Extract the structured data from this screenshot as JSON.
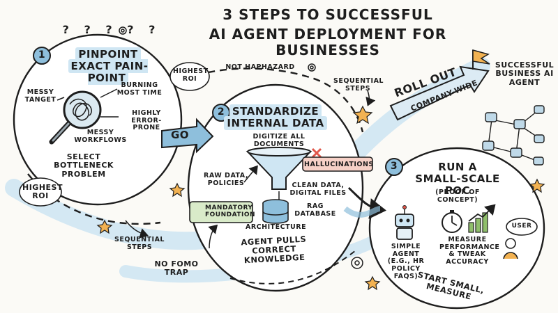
{
  "title": {
    "line1": "3 Steps to Successful",
    "line2": "AI Agent Deployment for Businesses"
  },
  "step1": {
    "number": "1",
    "heading_line1": "Pinpoint",
    "heading_line2": "Exact Pain-Point",
    "messy_target": "Messy Tanget",
    "burning": "Burning Most Time",
    "error_prone": "Highly Error-Prone",
    "messy_workflows": "Messy Workflows",
    "select": "Select Bottleneck Problem"
  },
  "go_label": "GO",
  "bubbles": {
    "highest_roi_top": "Highest ROI",
    "highest_roi_left": "Highest ROI"
  },
  "annotations": {
    "not_haphazard": "Not Haphazard",
    "sequential_steps_top": "Sequential Steps",
    "sequential_steps_bottom": "Sequential Steps",
    "no_fomo": "No FOMO Trap"
  },
  "step2": {
    "number": "2",
    "heading_line1": "Standardize",
    "heading_line2": "Internal Data",
    "digitize": "Digitize All Documents",
    "raw": "Raw Data, Policies",
    "hallucinations": "Hallucinations",
    "clean": "Clean Data, Digital Files",
    "rag": "RAG Database",
    "mandatory": "Mandatory Foundation",
    "architecture": "Architecture",
    "pulls": "Agent Pulls Correct Knowledge"
  },
  "rollout": {
    "main": "Roll Out",
    "sub": "Company-Wide"
  },
  "success": "Successful Business AI Agent",
  "step3": {
    "number": "3",
    "heading_line1": "Run a",
    "heading_line2": "Small-Scale POC",
    "sub": "(Proof of Concept)",
    "agent": "Simple Agent (e.g., HR Policy FAQs)",
    "measure": "Measure Performance & Tweak Accuracy",
    "user": "User",
    "start": "Start Small, Measure"
  },
  "colors": {
    "blue": "#8ebfdc",
    "blue_light": "#cfe6f3",
    "orange": "#f2b252",
    "red": "#e0574a",
    "green": "#8fbe6b",
    "ink": "#1d1d1d"
  }
}
